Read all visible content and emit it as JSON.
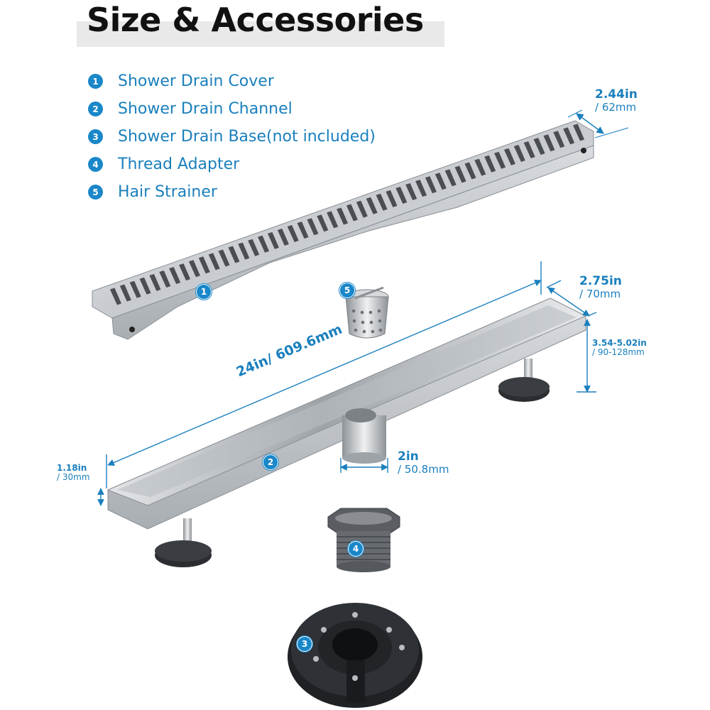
{
  "header": {
    "title": "Size & Accessories"
  },
  "legend": {
    "items": [
      {
        "num": "1",
        "label": "Shower Drain Cover"
      },
      {
        "num": "2",
        "label": "Shower Drain Channel"
      },
      {
        "num": "3",
        "label": "Shower Drain Base(not included)"
      },
      {
        "num": "4",
        "label": "Thread Adapter"
      },
      {
        "num": "5",
        "label": "Hair Strainer"
      }
    ]
  },
  "dimensions": {
    "cover_width": {
      "imperial": "2.44in",
      "metric": "/ 62mm"
    },
    "channel_width": {
      "imperial": "2.75in",
      "metric": "/ 70mm"
    },
    "height_range": {
      "imperial": "3.54-5.02in",
      "metric": "/ 90-128mm"
    },
    "length": {
      "text": "24in/ 609.6mm"
    },
    "outlet": {
      "imperial": "2in",
      "metric": "/ 50.8mm"
    },
    "channel_depth": {
      "imperial": "1.18in",
      "metric": "/ 30mm"
    }
  },
  "parts": {
    "cover_tag": "1",
    "channel_tag": "2",
    "base_tag": "3",
    "adapter_tag": "4",
    "strainer_tag": "5"
  },
  "colors": {
    "accent": "#1a87c9",
    "dimension_text": "#1a7fbd",
    "steel": "#c8ccd0",
    "dark_part": "#2a2c30"
  },
  "icons": [
    "shower-drain-cover",
    "shower-drain-channel",
    "hair-strainer",
    "thread-adapter",
    "shower-drain-base"
  ]
}
